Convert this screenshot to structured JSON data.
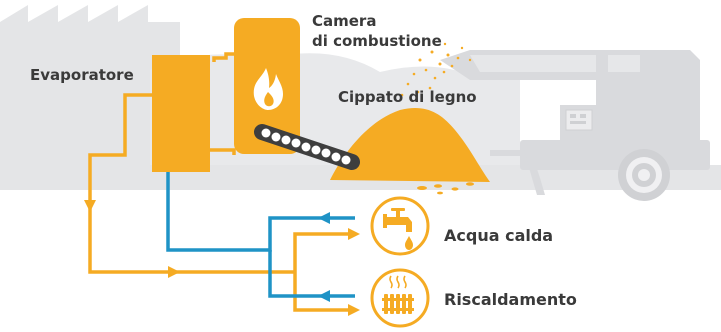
{
  "labels": {
    "evaporatore": "Evaporatore",
    "camera_line1": "Camera",
    "camera_line2": "di combustione",
    "cippato": "Cippato di legno",
    "acqua_calda": "Acqua calda",
    "riscaldamento": "Riscaldamento"
  },
  "colors": {
    "orange": "#f5ab23",
    "blue": "#1f93c6",
    "background_gray": "#e2e3e5",
    "gray_dark": "#cfd1d4",
    "text": "#3a3a3a"
  },
  "icons": {
    "flame": "flame-icon",
    "tap": "water-tap-icon",
    "radiator": "radiator-icon"
  }
}
